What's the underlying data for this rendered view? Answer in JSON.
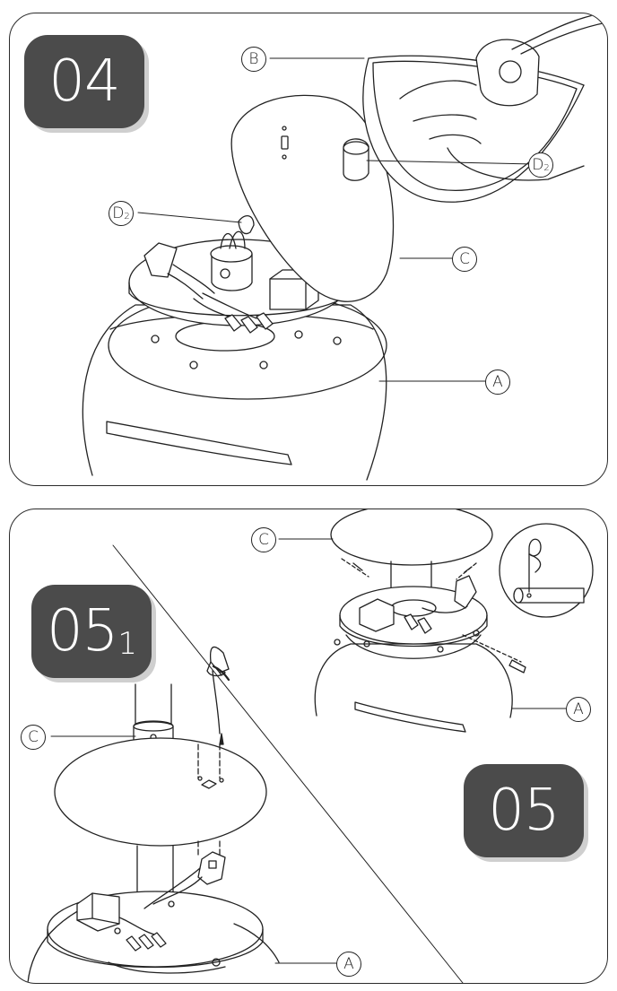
{
  "steps": {
    "step_04": {
      "number": "04"
    },
    "step_05_1": {
      "number": "05",
      "sub": "1"
    },
    "step_05": {
      "number": "05"
    }
  },
  "callouts": {
    "p04_B": {
      "letter": "B",
      "sub": ""
    },
    "p04_D2_right": {
      "letter": "D",
      "sub": "2"
    },
    "p04_D2_left": {
      "letter": "D",
      "sub": "2"
    },
    "p04_C": {
      "letter": "C",
      "sub": ""
    },
    "p04_A": {
      "letter": "A",
      "sub": ""
    },
    "p05_C_top": {
      "letter": "C",
      "sub": ""
    },
    "p05_A_right": {
      "letter": "A",
      "sub": ""
    },
    "p05_C_left": {
      "letter": "C",
      "sub": ""
    },
    "p05_A_bottom": {
      "letter": "A",
      "sub": ""
    }
  },
  "colors": {
    "badge": "#4b4b4b",
    "line": "#222222",
    "shadow": "#cfcfcf"
  }
}
